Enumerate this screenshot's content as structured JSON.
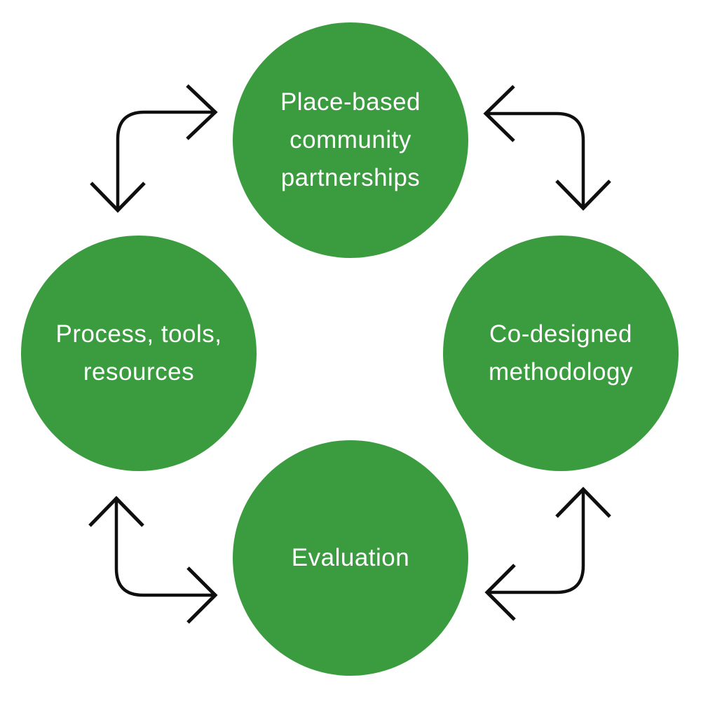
{
  "diagram": {
    "type": "cycle",
    "background_color": "#ffffff",
    "node_fill_color": "#3b9b3f",
    "node_text_color": "#ffffff",
    "arrow_color": "#0f0f0f",
    "nodes": [
      {
        "position": "top",
        "label": "Place-based community partnerships"
      },
      {
        "position": "left",
        "label": "Process, tools, resources"
      },
      {
        "position": "right",
        "label": "Co-designed methodology"
      },
      {
        "position": "bottom",
        "label": "Evaluation"
      }
    ],
    "connectors": [
      {
        "name": "top-left",
        "between": [
          "left",
          "top"
        ],
        "style": "double-headed-elbow-arrow"
      },
      {
        "name": "top-right",
        "between": [
          "top",
          "right"
        ],
        "style": "double-headed-elbow-arrow"
      },
      {
        "name": "bottom-left",
        "between": [
          "left",
          "bottom"
        ],
        "style": "double-headed-elbow-arrow"
      },
      {
        "name": "bottom-right",
        "between": [
          "bottom",
          "right"
        ],
        "style": "double-headed-elbow-arrow"
      }
    ]
  }
}
